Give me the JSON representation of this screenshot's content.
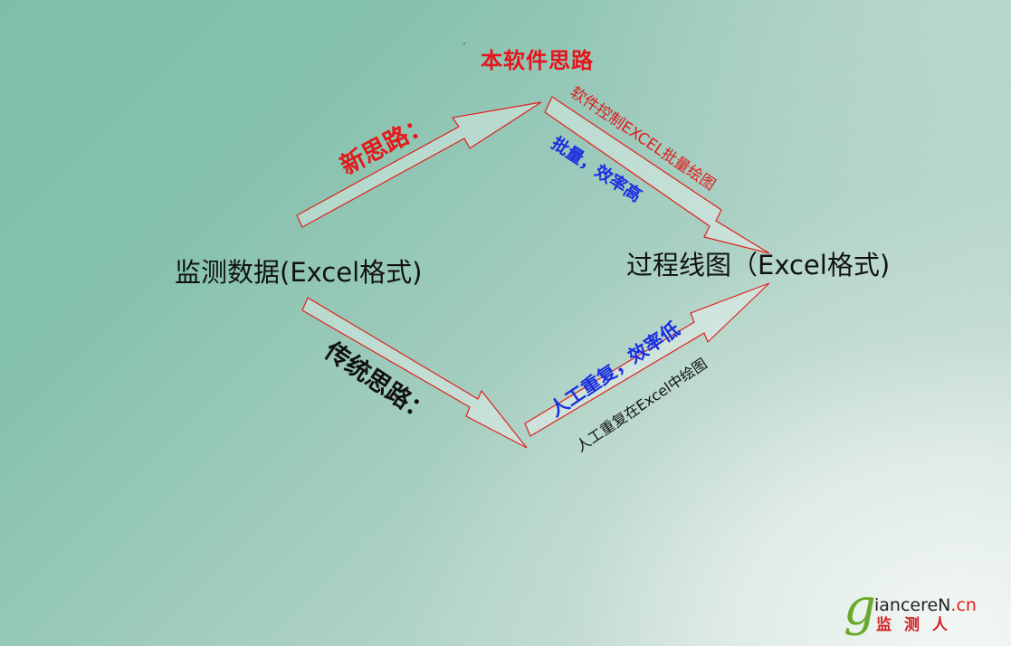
{
  "title": "本软件思路",
  "nodes": {
    "source": "监测数据(Excel格式)",
    "target": "过程线图（Excel格式)"
  },
  "new_path": {
    "label": "新思路：",
    "desc_top": "软件控制EXCEL批量绘图",
    "desc_bottom": "批量，效率高"
  },
  "old_path": {
    "label": "传统思路：",
    "desc_top": "人工重复，效率低",
    "desc_bottom": "人工重复在Excel中绘图"
  },
  "logo": {
    "g": "g",
    "text": "iancereN",
    "dot": ".",
    "cn": "cn",
    "subtitle": "监测人"
  },
  "colors": {
    "arrow_outline": "#e02020",
    "arrow_fill": "#ffffff",
    "title": "#e8141c",
    "blue_text": "#1a2ee0"
  }
}
